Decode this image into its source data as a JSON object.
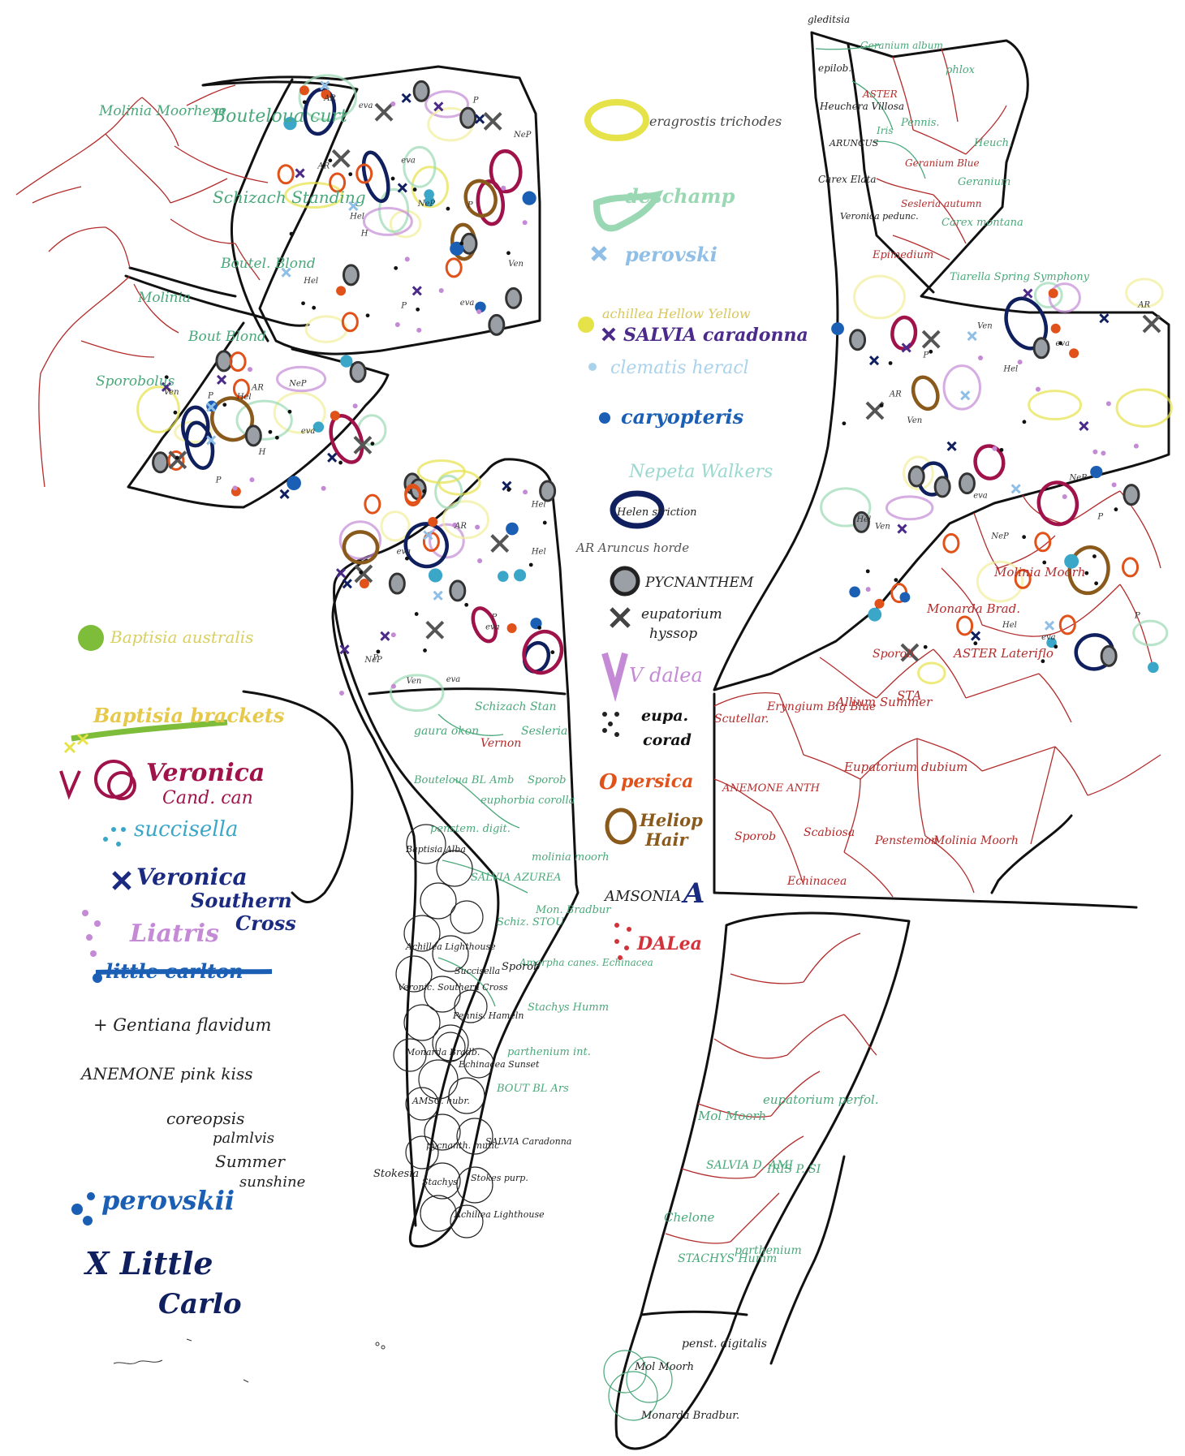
{
  "colors": {
    "outline": "#111111",
    "region_green": "#4aa87a",
    "region_red": "#b32c2c",
    "yellow": "#e6e24a",
    "ivory": "#f1ee9a",
    "mint": "#9ad8b4",
    "sky": "#8fbfe6",
    "purple": "#4b2a8a",
    "paleblue": "#a9d2ec",
    "blue": "#1a5fb4",
    "navy": "#10205f",
    "grey": "#555555",
    "orange": "#e0521a",
    "brown": "#8a5a1c",
    "crimson": "#a0124a",
    "lilac": "#c48ad6",
    "teal": "#3aa7c9",
    "lime": "#7dbd3a",
    "red": "#d2323a",
    "darkblue": "#1a2a80",
    "pink": "#c03060"
  },
  "legend": {
    "eragrostis": "eragrostis trichodes",
    "deschampsia": "deschamp",
    "perovskia": "perovski",
    "achillea": "achillea Hellow Yellow",
    "salvia": "SALVIA caradonna",
    "clematis": "clematis heracl",
    "caryopteris": "caryopteris",
    "nepeta": "Nepeta Walkers",
    "helenium": "Helen striction",
    "ar_marker": "AR",
    "aruncus": "AR Aruncus horde",
    "pycnanthemum": "PYCNANTHEM",
    "eupatorium_line1": "eupatorium",
    "eupatorium_line2": "hyssop",
    "dalea_v": "V dalea",
    "eupa_line1": "eupa.",
    "eupa_line2": "corad",
    "persicaria_o": "O",
    "persicaria": "persica",
    "heliopsis_line1": "Heliop",
    "heliopsis_line2": "Hair",
    "amsonia": "AMSONIA",
    "amsonia_a": "A",
    "dalea2": "DALea",
    "baptisia": "Baptisia australis",
    "baptisia2": "Baptisia brackets",
    "veronica_line1": "Veronica",
    "veronica_line2": "Cand. can",
    "succisella": "succisella",
    "veronica_sc_line1": "Veronica",
    "veronica_sc_line2": "Southern",
    "veronica_sc_line3": "Cross",
    "liatris": "Liatris",
    "little_carlton": "little carlton",
    "gentiana": "+ Gentiana flavidum",
    "anemone": "ANEMONE pink kiss",
    "coreopsis_line1": "coreopsis",
    "coreopsis_line2": "palmlvis",
    "coreopsis_line3": "Summer",
    "coreopsis_line4": "sunshine",
    "perovskii_big": "perovskii",
    "little_carlo_line1": "X Little",
    "little_carlo_line2": "Carlo"
  },
  "regions": {
    "tl_molinia_moorhexe": "Molinia Moorhexe",
    "tl_bouteloua_curt": "Bouteloua curt",
    "tl_schizach": "Schizach Standing",
    "tl_bout_blond": "Boutel. Blond",
    "tl_molinia": "Molinia",
    "tl_bout_blond2": "Bout Blond",
    "tl_sporobolus": "Sporobolus",
    "mid_schizach_stan": "Schizach Stan",
    "mid_gaura": "gaura okon",
    "mid_vernon": "Vernon",
    "mid_sesleria": "Sesleria",
    "mid_bouteloua_bl": "Bouteloua BL Amb",
    "mid_euphorbia": "euphorbia corolla",
    "mid_sporob": "Sporob",
    "mid_penstemon": "penstem. digit.",
    "mid_salvia_azurea": "SALVIA AZUREA",
    "mid_molinia_moorh": "molinia moorh",
    "mid_schiz_stou": "Schiz. STOU",
    "mid_mon_bradbur": "Mon. Bradbur",
    "mid_amorpha": "Amorpha canes. Echinacea",
    "mid_sporob2": "Sporob",
    "mid_stachys": "Stachys Humm",
    "mid_parthenium": "parthenium int.",
    "mid_bout_bl": "BOUT BL Ars",
    "mid_bapt": "Baptisia Alba",
    "mid_pycn": "pycnanth. mutic",
    "mid_achillea": "Achillea Lighthouse",
    "mid_veron": "Veronic. Southern Cross",
    "mid_succis": "Succisella",
    "mid_pennis": "Pennis. Hameln",
    "mid_monar": "Monarda Bradb.",
    "mid_echinacea": "Echinacea Sunset",
    "mid_amsonia": "AMSO. hubr.",
    "mid_pycnanth": "pycnanth. mutic",
    "mid_salvia_bot": "SALVIA Caradonna",
    "mid_stokesia": "Stokesia",
    "mid_stachys_bot": "Stachys",
    "mid_stokes": "Stokes purp.",
    "mid_achillea_light": "Achillea Lighthouse",
    "tr_gleditsia": "gleditsia",
    "tr_geranium": "Geranium album",
    "tr_epilob": "epilob.",
    "tr_aster": "ASTER",
    "tr_phlox": "phlox",
    "tr_pennis": "Pennis.",
    "tr_heuchera": "Heuchera Villosa",
    "tr_iris": "Iris",
    "tr_aruncus": "ARUNCUS",
    "tr_carex": "Carex Elata",
    "tr_veronica_peduncularis": "Veronica pedunc.",
    "tr_geranium_blue": "Geranium Blue",
    "tr_heuch": "Heuch.",
    "tr_geranium2": "Geranium",
    "tr_epimedium": "Epimedium",
    "tr_carex_monta": "Carex montana",
    "tr_sesleria_aut": "Sesleria autumn",
    "tr_tiarella": "Tiarella Spring Symphony",
    "tr_molinia_moorh": "Molinia Moorh",
    "tr_monarda_brad": "Monarda Brad.",
    "tr_sporob": "Sporob",
    "tr_aster_lateriflo": "ASTER Lateriflo",
    "tr_scutellaria": "Scutellar.",
    "tr_eryngium": "Eryngium Big Blue",
    "tr_allium": "Allium Summer",
    "tr_sta": "STA",
    "tr_eupatorium": "Eupatorium dubium",
    "tr_anemone_anth": "ANEMONE ANTH",
    "tr_sporob2": "Sporob",
    "tr_scabiosa": "Scabiosa",
    "tr_penstemon": "Penstemon",
    "tr_molinia2": "Molinia Moorh",
    "tr_echinacea": "Echinacea",
    "br_mol_moorh": "Mol Moorh",
    "br_eupatorium": "eupatorium perfol.",
    "br_salvia": "SALVIA D. AMI",
    "br_iris": "IRIS P. SI",
    "br_chelone": "Chelone",
    "br_stachys": "STACHYS Humm",
    "br_parthenium": "parthenium",
    "br_penstemon": "penst. digitalis",
    "br_mol_moorh2": "Mol Moorh",
    "br_monarda": "Monarda Bradbur."
  },
  "beds": {
    "tl_upper": [
      {
        "t": "P"
      },
      {
        "t": "eva"
      },
      {
        "t": "Hel"
      },
      {
        "t": "NeP"
      },
      {
        "t": "AR"
      },
      {
        "t": "P"
      },
      {
        "t": "eva"
      },
      {
        "t": "Ven"
      },
      {
        "t": "AR"
      },
      {
        "t": "H"
      },
      {
        "t": "NeP"
      },
      {
        "t": "eva"
      },
      {
        "t": "P"
      },
      {
        "t": "Hel"
      }
    ],
    "tl_lower": [
      {
        "t": "eva"
      },
      {
        "t": "P"
      },
      {
        "t": "Hel"
      },
      {
        "t": "NeP"
      },
      {
        "t": "Ven"
      },
      {
        "t": "P"
      },
      {
        "t": "AR"
      },
      {
        "t": "H"
      }
    ],
    "mid": [
      {
        "t": "Ven"
      },
      {
        "t": "eva"
      },
      {
        "t": "Hel"
      },
      {
        "t": "P"
      },
      {
        "t": "NeP"
      },
      {
        "t": "eva"
      },
      {
        "t": "Hel"
      },
      {
        "t": "AR"
      },
      {
        "t": "P"
      },
      {
        "t": "eva"
      }
    ],
    "tr": [
      {
        "t": "Ven"
      },
      {
        "t": "Hel"
      },
      {
        "t": "AR"
      },
      {
        "t": "eva"
      },
      {
        "t": "P"
      },
      {
        "t": "NeP"
      },
      {
        "t": "Hel"
      },
      {
        "t": "eva"
      },
      {
        "t": "Ven"
      },
      {
        "t": "P"
      },
      {
        "t": "Hel"
      },
      {
        "t": "AR"
      },
      {
        "t": "eva"
      },
      {
        "t": "NeP"
      },
      {
        "t": "P"
      },
      {
        "t": "Ven"
      }
    ]
  }
}
